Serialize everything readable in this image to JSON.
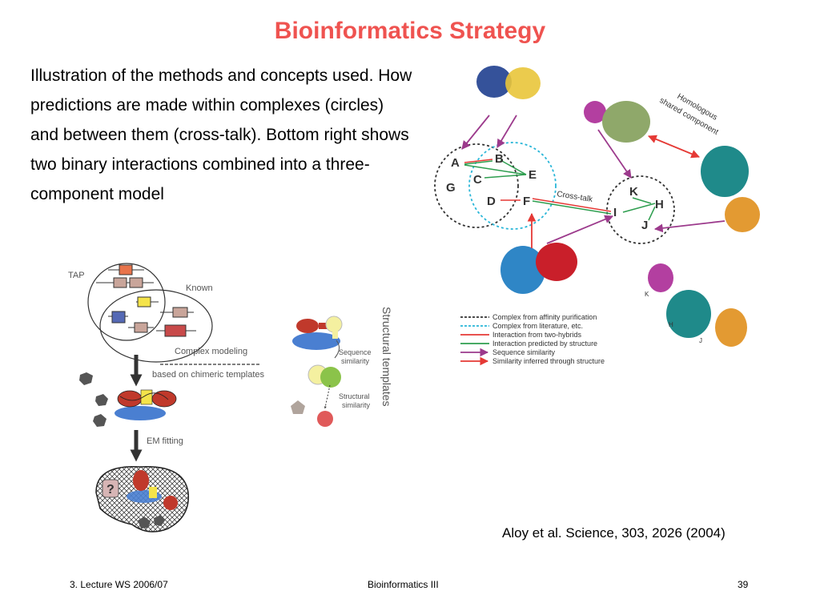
{
  "slide": {
    "title": "Bioinformatics Strategy",
    "description": "Illustration of the methods and concepts used. How predictions are made within complexes (circles) and between them (cross-talk). Bottom right shows two binary interactions combined into a three-component model",
    "citation": "Aloy et al. Science, 303, 2026 (2004)"
  },
  "footer": {
    "left": "3. Lecture WS 2006/07",
    "center": "Bioinformatics III",
    "right": "39"
  },
  "left_figure": {
    "tap": "TAP",
    "known": "Known",
    "complex_modeling": "Complex modeling",
    "chimeric": "based on chimeric templates",
    "em_fitting": "EM fitting",
    "question": "?",
    "structural_templates": "Structural templates",
    "sequence_similarity": [
      "Sequence",
      "similarity"
    ],
    "structural_similarity": [
      "Structural",
      "similarity"
    ]
  },
  "right_figure": {
    "nodes": [
      "A",
      "B",
      "C",
      "D",
      "E",
      "F",
      "G",
      "K",
      "H",
      "I",
      "J"
    ],
    "cross_talk": "Cross-talk",
    "homologous": [
      "Homologous",
      "shared component"
    ],
    "model_labels": [
      "K",
      "H",
      "J"
    ],
    "legend": [
      {
        "label": "Complex from affinity purification",
        "color": "#333333"
      },
      {
        "label": "Complex from literature, etc.",
        "color": "#29b6d8"
      },
      {
        "label": "Interaction from two-hybrids",
        "color": "#e53935"
      },
      {
        "label": "Interaction predicted by structure",
        "color": "#2e9e4f"
      },
      {
        "label": "Sequence similarity",
        "color": "#9c3a8c"
      },
      {
        "label": "Similarity inferred through structure",
        "color": "#e53935"
      }
    ]
  },
  "colors": {
    "title": "#ef5350",
    "purple_arrow": "#9c3a8c",
    "red_arrow": "#e53935",
    "cyan_circle": "#29b6d8",
    "green_line": "#2e9e4f"
  }
}
